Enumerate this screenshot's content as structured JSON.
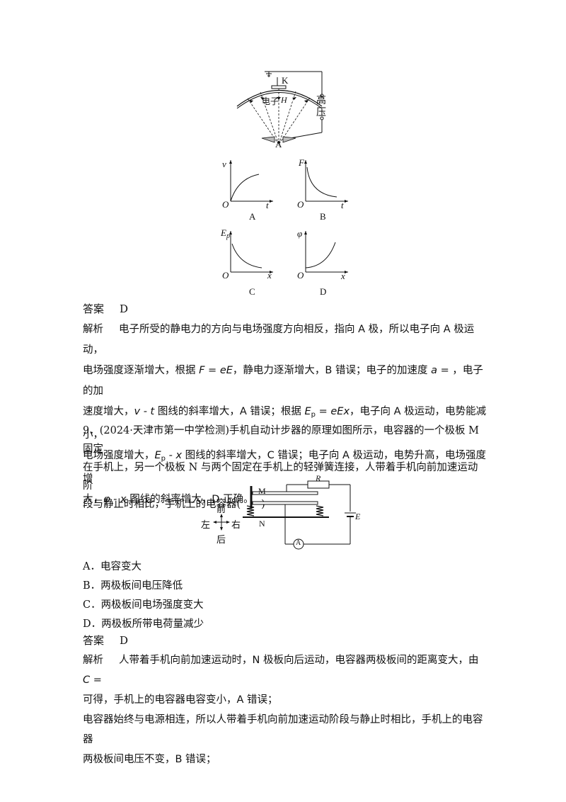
{
  "fig_top": {
    "label_K": "K",
    "label_electron": "电子",
    "label_H": "H",
    "label_gao": "高",
    "label_ya": "压",
    "label_A": "A"
  },
  "graphs": [
    {
      "option": "A",
      "y_label": "v",
      "x_label": "t",
      "origin": "O",
      "shape": "rising-concave-down"
    },
    {
      "option": "B",
      "y_label": "F",
      "x_label": "t",
      "origin": "O",
      "shape": "decaying"
    },
    {
      "option": "C",
      "y_label": "E",
      "y_sub": "p",
      "x_label": "x",
      "origin": "O",
      "shape": "decaying"
    },
    {
      "option": "D",
      "y_label": "φ",
      "x_label": "x",
      "origin": "O",
      "shape": "rising-concave-up"
    }
  ],
  "q8": {
    "answer_label": "答案",
    "answer": "D",
    "analysis_label": "解析",
    "l1": "电子所受的静电力的方向与电场强度方向相反，指向 A 极，所以电子向 A 极运动，",
    "l2a": "电场强度逐渐增大，根据 ",
    "l2_formula": "F = eE",
    "l2b": "，静电力逐渐增大，B 错误；电子的加速度 ",
    "l2_a": "a",
    "l2c": " = ，电子的加",
    "l3a": "速度增大，",
    "l3_vt": "v - t",
    "l3b": " 图线的斜率增大，A 错误；根据 ",
    "l3_Ep": "E",
    "l3_p": "p",
    "l3_eq": " = eEx",
    "l3c": "，电子向 A 极运动，电势能减小，",
    "l4a": "电场强度增大，",
    "l4_Ep": "E",
    "l4_p": "p",
    "l4_x": " - x",
    "l4b": " 图线的斜率增大，C 错误；电子向 A 极运动，电势升高，电场强度增",
    "l5a": "大，",
    "l5_phix": "φ - x",
    "l5b": " 图线的斜率增大，D 正确。"
  },
  "q9": {
    "l1": "9．(2024·天津市第一中学检测)手机自动计步器的原理如图所示，电容器的一个极板 M 固定",
    "l2": "在手机上，另一个极板 N 与两个固定在手机上的轻弹簧连接，人带着手机向前加速运动阶",
    "l3": "段与静止时相比，手机上的电容器(　　)",
    "fig": {
      "M": "M",
      "N": "N",
      "R": "R",
      "E": "E",
      "ammeter": "A",
      "front": "前",
      "back": "后",
      "left": "左",
      "right": "右"
    },
    "options": [
      "A．电容变大",
      "B．两极板间电压降低",
      "C．两极板间电场强度变大",
      "D．两极板所带电荷量减少"
    ],
    "answer_label": "答案",
    "answer": "D",
    "analysis_label": "解析",
    "a1a": "人带着手机向前加速运动时，N 极板向后运动，电容器两极板间的距离变大，由 ",
    "a1_C": "C",
    "a1b": " =",
    "a2": "可得，手机上的电容器电容变小，A 错误；",
    "a3": "电容器始终与电源相连，所以人带着手机向前加速运动阶段与静止时相比，手机上的电容器",
    "a4": "两极板间电压不变，B 错误；"
  }
}
